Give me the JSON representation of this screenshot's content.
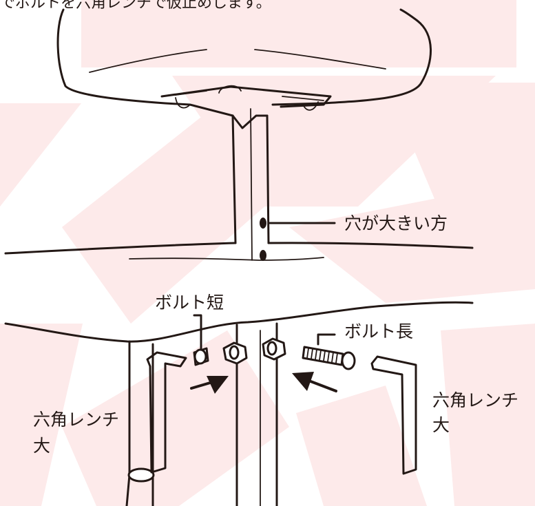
{
  "top_caption": "でボルトを六角レンチで仮止めします。",
  "labels": {
    "hole_label": "穴が大きい方",
    "bolt_short": "ボルト短",
    "bolt_long": "ボルト長",
    "wrench_left_line1": "六角レンチ",
    "wrench_left_line2": "大",
    "wrench_right_line1": "六角レンチ",
    "wrench_right_line2": "大"
  },
  "colors": {
    "line": "#231815",
    "watermark": "#fdeaea",
    "background": "#ffffff"
  }
}
